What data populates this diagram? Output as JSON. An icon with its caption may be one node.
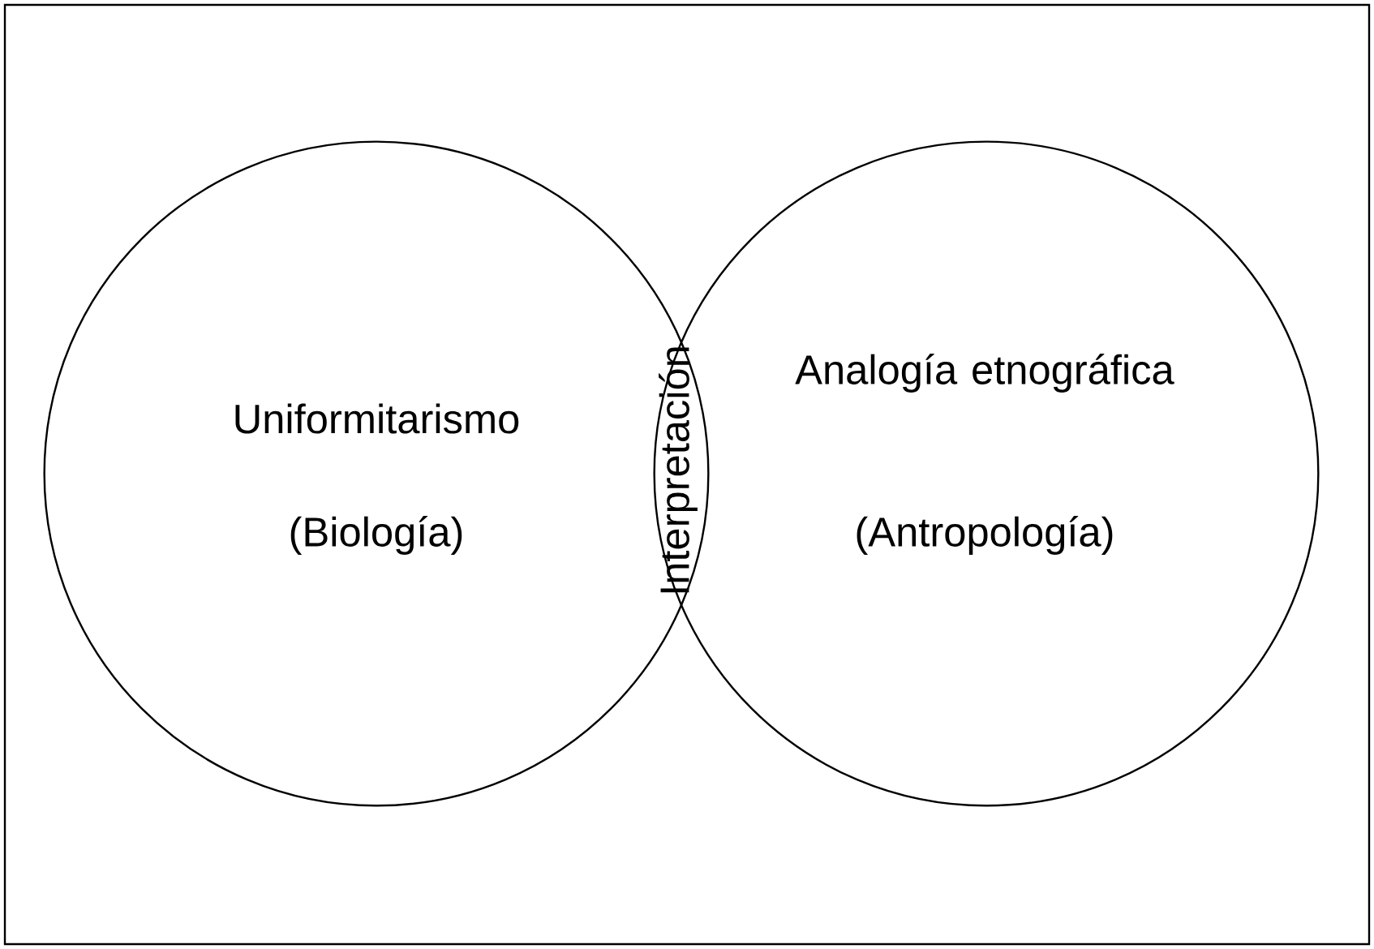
{
  "diagram": {
    "nodes": [
      {
        "text": [
          "Uniformitarismo",
          "(Biología)"
        ]
      },
      {
        "text": [
          "Analogía etnográfica",
          "(Antropología)"
        ]
      },
      {
        "text": [
          "Interpretación"
        ]
      }
    ]
  }
}
